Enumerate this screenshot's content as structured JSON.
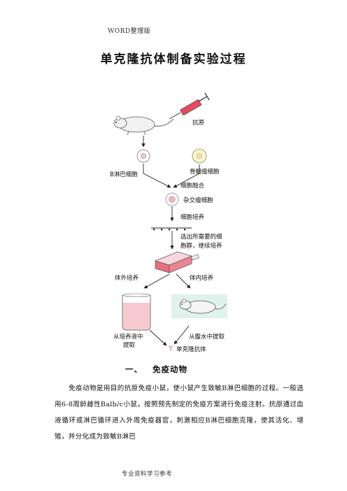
{
  "header": "WORD整理版",
  "title": "单克隆抗体制备实验过程",
  "diagram": {
    "antigen": "抗原",
    "b_cell": "B淋巴细胞",
    "myeloma": "骨髓瘤细胞",
    "fusion": "细胞融合",
    "hybridoma": "杂交瘤细胞",
    "culture": "细胞培养",
    "select_line1": "选出所需要的细",
    "select_line2": "胞群，继续培养",
    "in_vitro": "体外培养",
    "in_vivo": "体内培养",
    "from_medium_line1": "从培养液中",
    "from_medium_line2": "提取",
    "from_ascites": "从腹水中提取",
    "mab": "单克隆抗体"
  },
  "section": {
    "number": "一、",
    "title": "免疫动物"
  },
  "paragraph": "免疫动物是用目的抗原免疫小鼠，使小鼠产生致敏B淋巴细胞的过程。一般选用6-8周龄雌性Balb/c小鼠，按照预先制定的免疫方案进行免疫注射。抗原通过血液循环或淋巴循环进入外周免疫器官，刺激相应B淋巴细胞克隆，使其活化、增殖，并分化成为致敏B淋巴",
  "footer": "专业资料学习参考"
}
